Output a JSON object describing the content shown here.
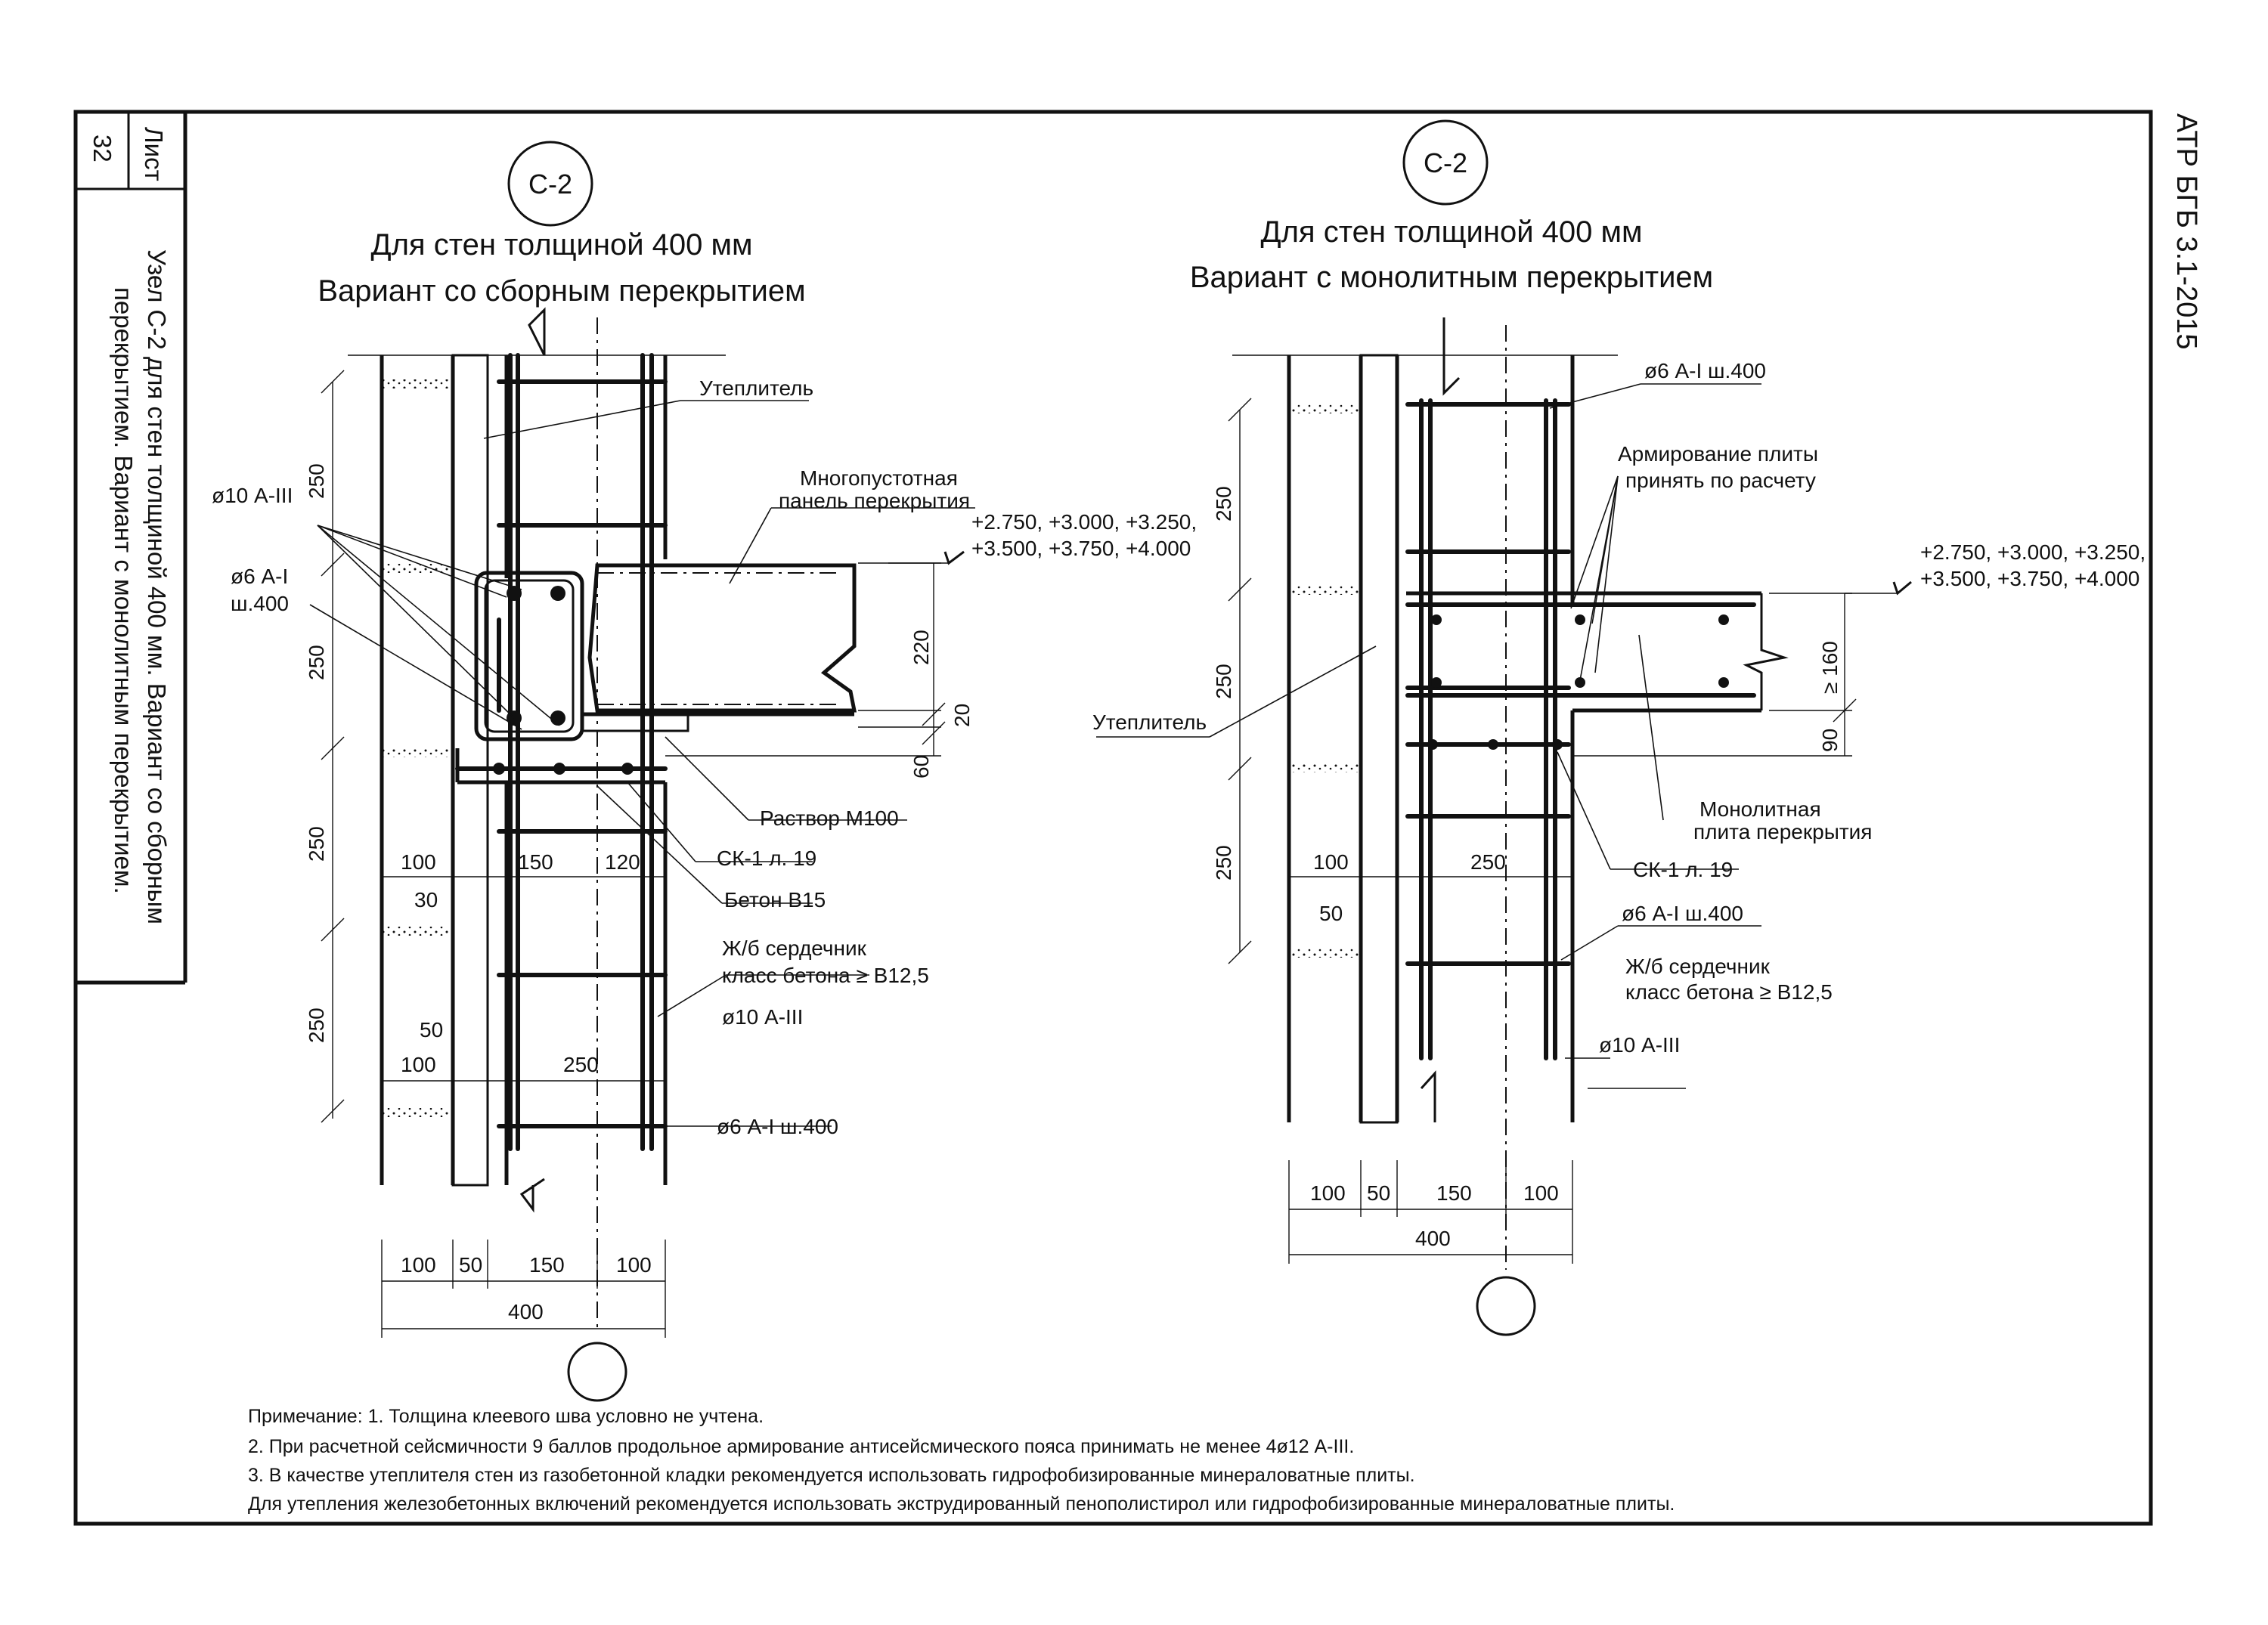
{
  "stamp": {
    "sheet_label": "Лист",
    "sheet_number": "32",
    "doc_code": "АТР БГБ 3.1-2015",
    "sheet_title_line1": "Узел С-2 для стен толщиной 400 мм. Вариант со сборным",
    "sheet_title_line2": "перекрытием. Вариант с монолитным перекрытием."
  },
  "left_detail": {
    "marker": "С-2",
    "title_line1": "Для стен толщиной 400 мм",
    "title_line2": "Вариант со сборным перекрытием",
    "callouts": {
      "insulation": "Утеплитель",
      "hollow_panel_line1": "Многопустотная",
      "hollow_panel_line2": "панель перекрытия",
      "levels_line1": "+2.750, +3.000, +3.250,",
      "levels_line2": "+3.500, +3.750, +4.000",
      "rebar_long": "ø10 А-III",
      "rebar_tie_line1": "ø6 А-I",
      "rebar_tie_line2": "ш.400",
      "mortar": "Раствор М100",
      "mesh": "СК-1 л. 19",
      "concrete": "Бетон В15",
      "core_line1": "Ж/б сердечник",
      "core_line2": "класс бетона ≥ В12,5",
      "rebar_long_2": "ø10 А-III",
      "rebar_tie_2": "ø6 А-I ш.400"
    },
    "dims": {
      "v250a": "250",
      "v250b": "250",
      "v250c": "250",
      "v250d": "250",
      "v220": "220",
      "v20": "20",
      "v60": "60",
      "h100a": "100",
      "h150a": "150",
      "h120": "120",
      "h30": "30",
      "h50": "50",
      "h100b": "100",
      "h250": "250",
      "b100a": "100",
      "b50": "50",
      "b150": "150",
      "b100b": "100",
      "b400": "400"
    }
  },
  "right_detail": {
    "marker": "С-2",
    "title_line1": "Для стен толщиной 400 мм",
    "title_line2": "Вариант с монолитным перекрытием",
    "callouts": {
      "tie_top": "ø6 А-I ш.400",
      "slab_rebar_line1": "Армирование плиты",
      "slab_rebar_line2": "принять по расчету",
      "levels_line1": "+2.750, +3.000, +3.250,",
      "levels_line2": "+3.500, +3.750, +4.000",
      "insulation": "Утеплитель",
      "slab_line1": "Монолитная",
      "slab_line2": "плита перекрытия",
      "mesh": "СК-1 л. 19",
      "tie_bottom": "ø6 А-I ш.400",
      "core_line1": "Ж/б сердечник",
      "core_line2": "класс бетона ≥ В12,5",
      "rebar_long": "ø10 А-III"
    },
    "dims": {
      "v250a": "250",
      "v250b": "250",
      "v250c": "250",
      "v160": "≥ 160",
      "v90": "90",
      "h100": "100",
      "h250": "250",
      "h50": "50",
      "b100a": "100",
      "b50": "50",
      "b150": "150",
      "b100b": "100",
      "b400": "400"
    }
  },
  "notes": [
    "Примечание: 1. Толщина клеевого шва условно не учтена.",
    "2. При расчетной сейсмичности 9 баллов продольное армирование антисейсмического пояса принимать не менее 4ø12 А-III.",
    "3. В качестве утеплителя стен из газобетонной кладки рекомендуется использовать гидрофобизированные минераловатные плиты.",
    "Для утепления железобетонных включений рекомендуется использовать экструдированный пенополистирол или гидрофобизированные минераловатные плиты."
  ]
}
